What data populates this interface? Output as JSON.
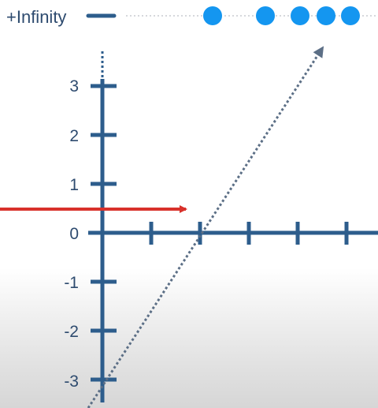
{
  "infinity_row": {
    "label": "+Infinity",
    "dot_count": 5
  },
  "y_axis": {
    "tick_labels": [
      "3",
      "2",
      "1",
      "0",
      "-1",
      "-2",
      "-3"
    ]
  },
  "x_axis": {
    "tick_count": 5
  },
  "colors": {
    "axis": "#2d5d8c",
    "dots": "#1496f0",
    "arrow_red": "#d8312b",
    "dotted_line": "#5c6f86",
    "label_text": "#2e4b6f"
  }
}
